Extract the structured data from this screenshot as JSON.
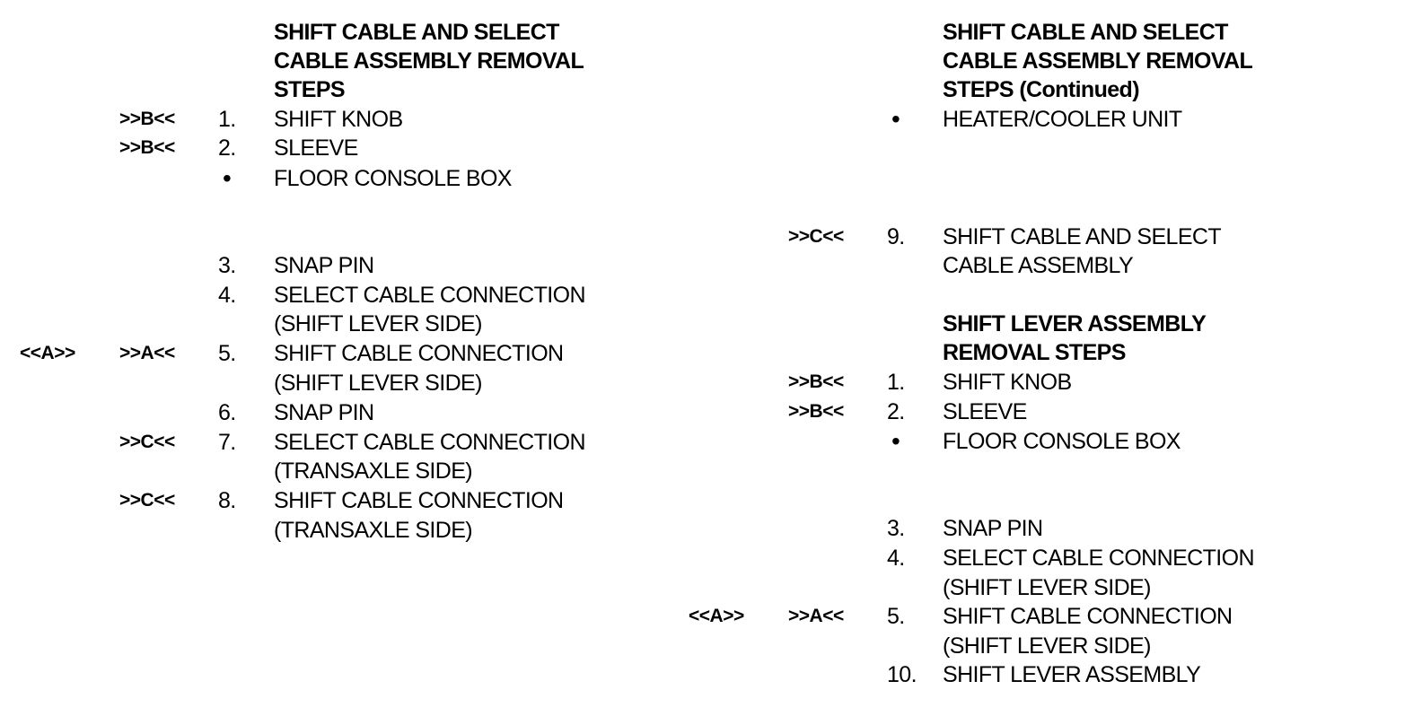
{
  "left": {
    "title": "SHIFT CABLE AND SELECT\nCABLE ASSEMBLY REMOVAL\nSTEPS",
    "rows": [
      {
        "outer": "",
        "inner": ">>B<<",
        "num": "1.",
        "text": "SHIFT KNOB"
      },
      {
        "outer": "",
        "inner": ">>B<<",
        "num": "2.",
        "text": "SLEEVE"
      },
      {
        "bullet": "•",
        "text": "FLOOR CONSOLE BOX"
      },
      {
        "num": "3.",
        "text": "SNAP PIN"
      },
      {
        "num": "4.",
        "text": "SELECT CABLE CONNECTION"
      },
      {
        "text": "(SHIFT LEVER SIDE)"
      },
      {
        "outer": "<<A>>",
        "inner": ">>A<<",
        "num": "5.",
        "text": "SHIFT CABLE CONNECTION"
      },
      {
        "text": "(SHIFT LEVER SIDE)"
      },
      {
        "num": "6.",
        "text": "SNAP PIN"
      },
      {
        "inner": ">>C<<",
        "num": "7.",
        "text": "SELECT CABLE CONNECTION"
      },
      {
        "text": "(TRANSAXLE SIDE)"
      },
      {
        "inner": ">>C<<",
        "num": "8.",
        "text": "SHIFT CABLE CONNECTION"
      },
      {
        "text": "(TRANSAXLE SIDE)"
      }
    ]
  },
  "right": {
    "title": "SHIFT CABLE AND SELECT\nCABLE ASSEMBLY REMOVAL\nSTEPS (Continued)",
    "rows_a": [
      {
        "bullet": "•",
        "text": "HEATER/COOLER UNIT"
      },
      {
        "inner": ">>C<<",
        "num": "9.",
        "text": "SHIFT CABLE AND SELECT"
      },
      {
        "text": "CABLE ASSEMBLY"
      }
    ],
    "title2": "SHIFT LEVER ASSEMBLY\nREMOVAL STEPS",
    "rows_b": [
      {
        "inner": ">>B<<",
        "num": "1.",
        "text": "SHIFT KNOB"
      },
      {
        "inner": ">>B<<",
        "num": "2.",
        "text": "SLEEVE"
      },
      {
        "bullet": "•",
        "text": "FLOOR CONSOLE BOX"
      },
      {
        "num": "3.",
        "text": "SNAP PIN"
      },
      {
        "num": "4.",
        "text": "SELECT CABLE CONNECTION"
      },
      {
        "text": "(SHIFT LEVER SIDE)"
      },
      {
        "outer": "<<A>>",
        "inner": ">>A<<",
        "num": "5.",
        "text": "SHIFT CABLE CONNECTION"
      },
      {
        "text": "(SHIFT LEVER SIDE)"
      },
      {
        "num": "10.",
        "text": "SHIFT LEVER ASSEMBLY"
      }
    ]
  }
}
